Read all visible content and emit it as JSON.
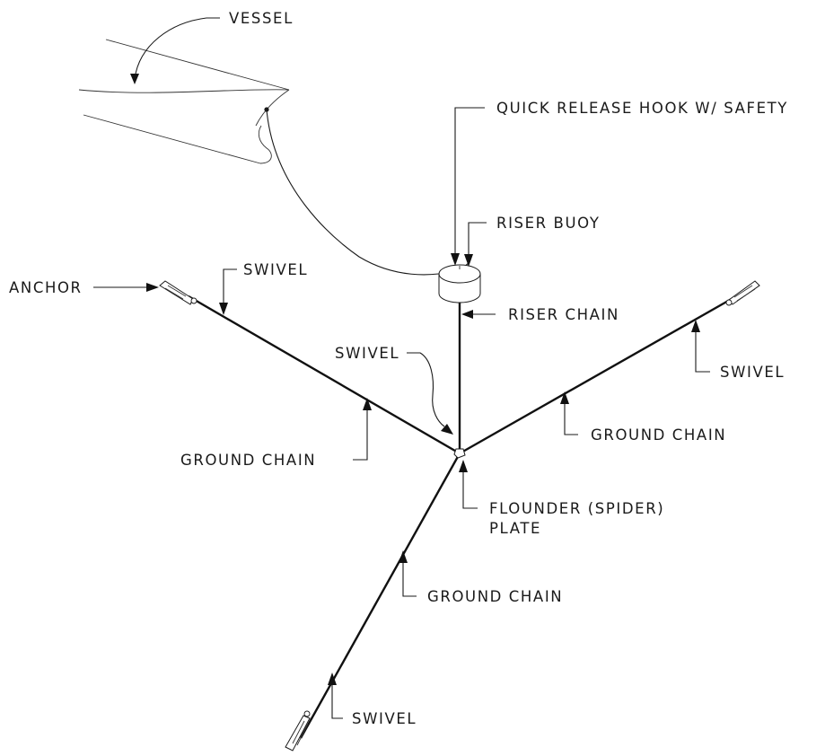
{
  "labels": {
    "vessel": "VESSEL",
    "quick_release_hook": "QUICK RELEASE HOOK W/ SAFETY",
    "riser_buoy": "RISER BUOY",
    "riser_chain": "RISER CHAIN",
    "anchor": "ANCHOR",
    "swivel_top_left": "SWIVEL",
    "swivel_center": "SWIVEL",
    "swivel_right": "SWIVEL",
    "swivel_bottom": "SWIVEL",
    "ground_chain_left": "GROUND CHAIN",
    "ground_chain_right": "GROUND CHAIN",
    "ground_chain_bottom": "GROUND CHAIN",
    "flounder_plate_line1": "FLOUNDER (SPIDER)",
    "flounder_plate_line2": "PLATE"
  }
}
